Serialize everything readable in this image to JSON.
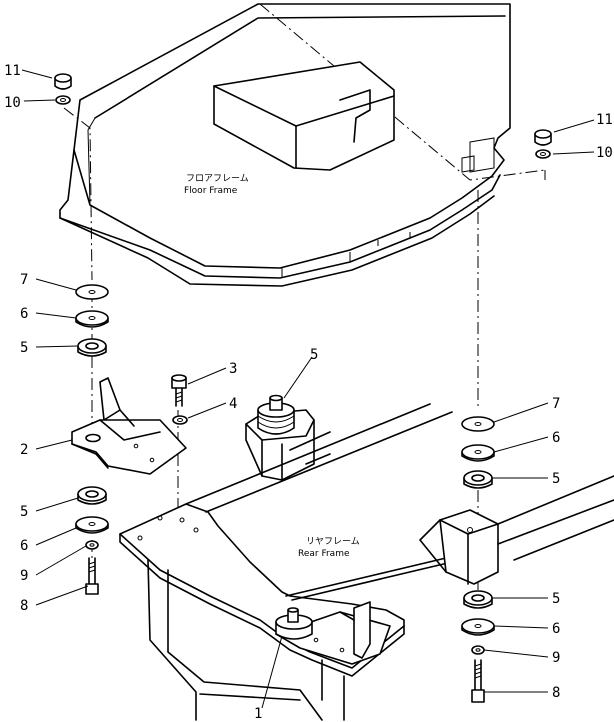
{
  "frames": {
    "floor_frame_jp": "フロアフレーム",
    "floor_frame_en": "Floor Frame",
    "rear_frame_jp": "リヤフレーム",
    "rear_frame_en": "Rear Frame"
  },
  "callouts": {
    "c11_left": "11",
    "c10_left": "10",
    "c11_right": "11",
    "c10_right": "10",
    "c7_left": "7",
    "c6_left": "6",
    "c5_left_top": "5",
    "c3": "3",
    "c4": "4",
    "c5_mount": "5",
    "c2": "2",
    "c5_left_bottom": "5",
    "c6_left_bottom": "6",
    "c9_left": "9",
    "c8_left": "8",
    "c7_right": "7",
    "c6_right": "6",
    "c5_right_top": "5",
    "c5_right_bottom": "5",
    "c6_right_bottom": "6",
    "c9_right": "9",
    "c8_right": "8",
    "c1": "1"
  }
}
